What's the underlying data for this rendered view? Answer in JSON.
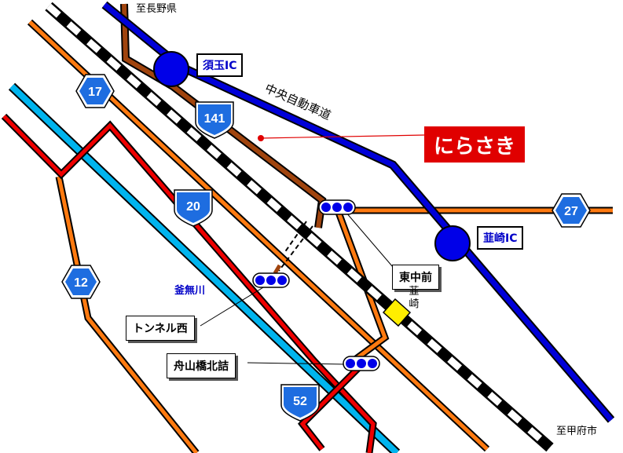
{
  "destinations": {
    "nagano": "至長野県",
    "kofu": "至甲府市"
  },
  "expressway_label": "中央自動車道",
  "interchanges": [
    {
      "name": "須玉IC"
    },
    {
      "name": "韮崎IC"
    }
  ],
  "route_shields": {
    "r17": "17",
    "r141": "141",
    "r20": "20",
    "r27": "27",
    "r12": "12",
    "r52": "52"
  },
  "river_label": "釜無川",
  "brand_label": "にらさき",
  "intersections": {
    "higashi_nakamae": "東中前",
    "tunnel_nishi": "トンネル西",
    "funayamabashi": "舟山橋北詰"
  },
  "station_label": "韮崎",
  "colors": {
    "expressway": "#0000d8",
    "national_route": "#ff7a10",
    "route20": "#ee0000",
    "river": "#00b4ee",
    "railway": "#000000",
    "route141": "#a0440e",
    "station": "#ffee00",
    "brand_bg": "#e00000",
    "shield_fill": "#1e6de0"
  }
}
